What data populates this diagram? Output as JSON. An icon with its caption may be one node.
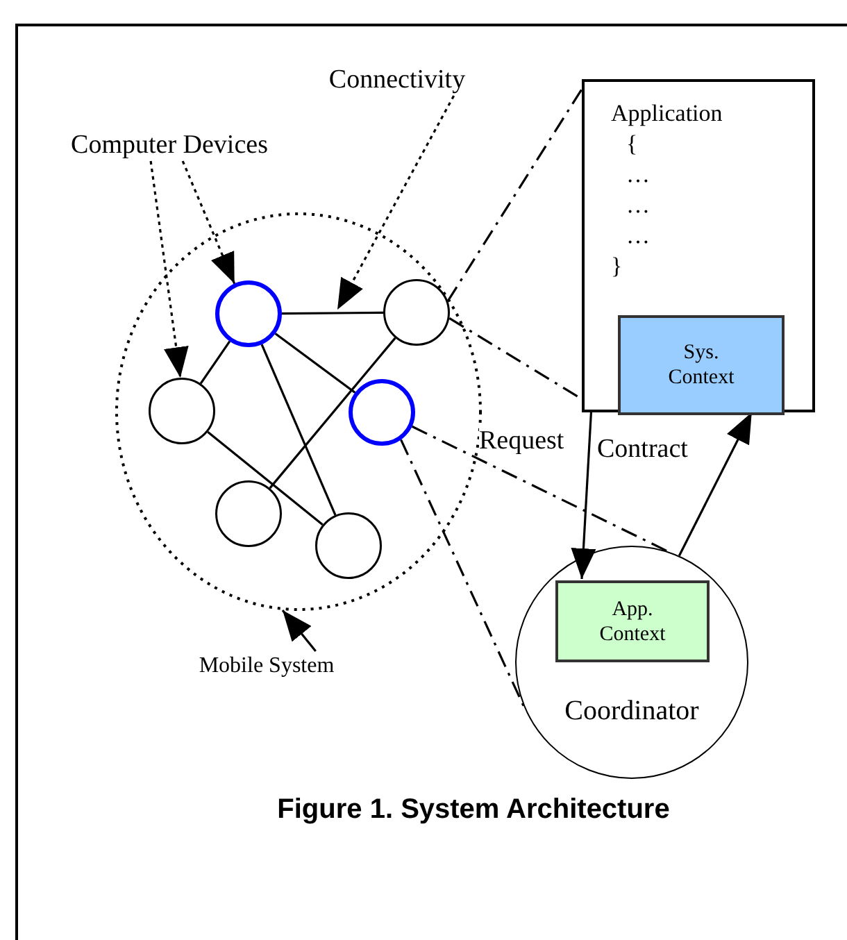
{
  "diagram": {
    "caption": "Figure 1. System Architecture",
    "nodes": [
      {
        "text": [
          "Connectivity"
        ]
      },
      {
        "text": [
          "Application",
          "{",
          "…",
          "…",
          "…",
          "}"
        ]
      },
      {
        "text": [
          "Sys. Context"
        ],
        "in": 1
      },
      {
        "text": [
          "Computer Devices"
        ]
      },
      {
        "text": [],
        "shape": "circle"
      },
      {
        "text": [],
        "shape": "circle",
        "in": 4
      },
      {
        "text": [],
        "shape": "circle",
        "in": 4
      },
      {
        "text": [],
        "shape": "circle",
        "in": 4
      },
      {
        "text": [],
        "shape": "circle",
        "in": 4
      },
      {
        "text": [],
        "shape": "circle",
        "in": 4
      },
      {
        "text": [],
        "shape": "circle",
        "in": 4
      },
      {
        "text": [
          "Coordinator"
        ]
      },
      {
        "text": [
          "App. Context"
        ],
        "in": 11
      },
      {
        "text": [
          "Mobile System"
        ]
      }
    ],
    "edges": [
      {
        "from": 3,
        "to": 7,
        "arrow": "to",
        "style": "dashed"
      },
      {
        "from": 3,
        "to": 5,
        "arrow": "to",
        "style": "dashed"
      },
      {
        "from": 0,
        "to": null,
        "arrow": "to",
        "style": "dashed"
      },
      {
        "from": 5,
        "to": 6,
        "arrow": "none"
      },
      {
        "from": 5,
        "to": 7,
        "arrow": "none"
      },
      {
        "from": 5,
        "to": 8,
        "arrow": "none"
      },
      {
        "from": 5,
        "to": 10,
        "arrow": "none"
      },
      {
        "from": 6,
        "to": 9,
        "arrow": "none"
      },
      {
        "from": 7,
        "to": 10,
        "arrow": "none"
      },
      {
        "from": 6,
        "to": 1,
        "arrow": "none",
        "style": "dashed"
      },
      {
        "from": 6,
        "to": 1,
        "arrow": "none",
        "style": "dashed"
      },
      {
        "from": 8,
        "to": 11,
        "arrow": "none",
        "style": "dashed"
      },
      {
        "from": 8,
        "to": 11,
        "arrow": "none",
        "style": "dashed"
      },
      {
        "from": 1,
        "to": 12,
        "arrow": "to",
        "label": "Request"
      },
      {
        "from": 11,
        "to": 2,
        "arrow": "to",
        "label": "Contract"
      },
      {
        "from": 13,
        "to": 4,
        "arrow": "to"
      }
    ]
  }
}
